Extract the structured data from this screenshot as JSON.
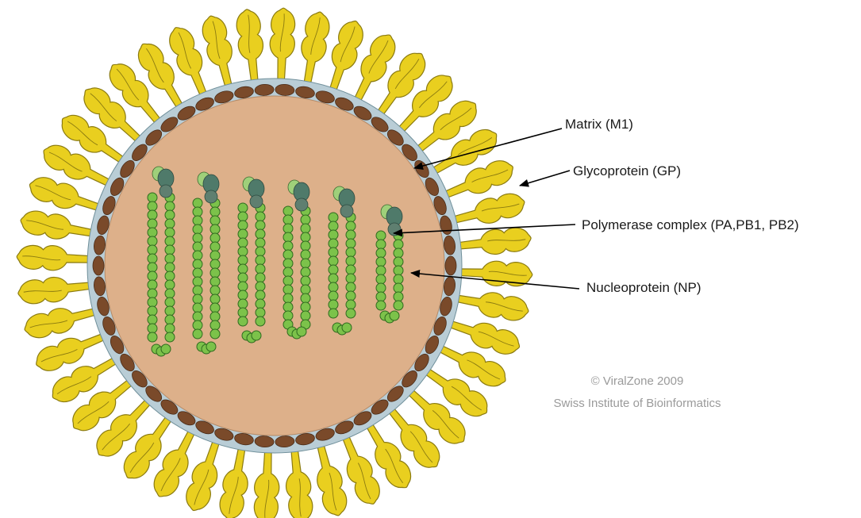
{
  "labels": {
    "matrix": "Matrix (M1)",
    "glycoprotein": "Glycoprotein (GP)",
    "polymerase": "Polymerase complex (PA,PB1, PB2)",
    "nucleoprotein": "Nucleoprotein (NP)"
  },
  "credit": {
    "line1": "© ViralZone 2009",
    "line2": "Swiss Institute of Bioinformatics"
  },
  "colors": {
    "spike_fill": "#e9cf1f",
    "spike_stroke": "#8a7a10",
    "envelope": "#b9cdd6",
    "matrix_protein": "#7a4a2a",
    "core": "#ddb08a",
    "nucleoprotein": "#7cc24a",
    "polymerase_dark": "#4f7a6a",
    "polymerase_light": "#9fd07a"
  },
  "structure": {
    "spike_count": 44,
    "matrix_protein_count": 54,
    "rnp_segment_count": 6
  }
}
